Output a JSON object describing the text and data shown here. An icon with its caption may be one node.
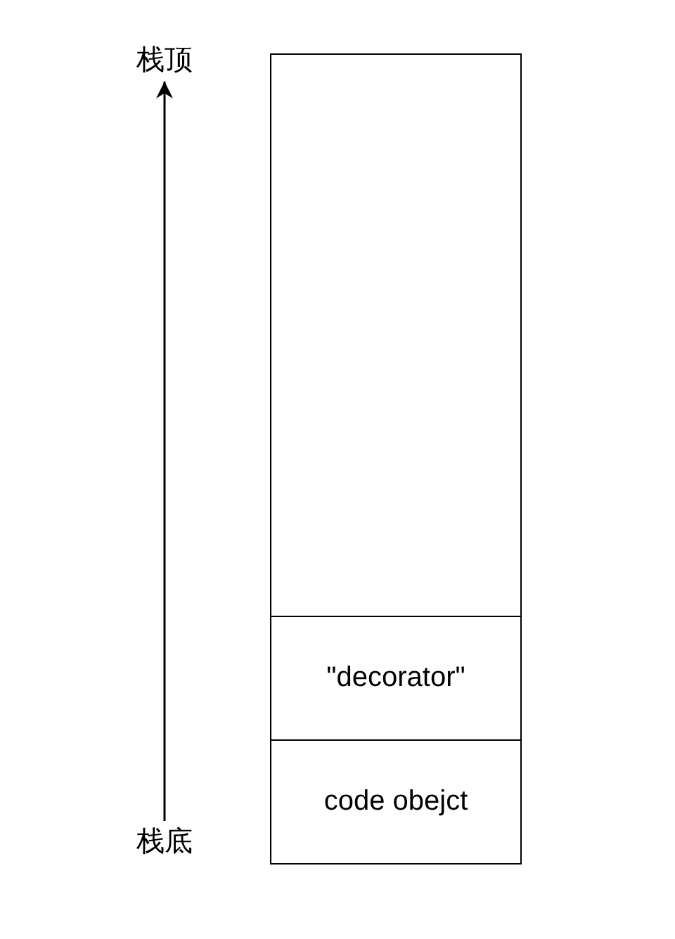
{
  "diagram": {
    "nodes": [
      {
        "text": [
          "栈顶"
        ]
      },
      {
        "text": [],
        "shape": "box"
      },
      {
        "text": [
          "\"decorator\""
        ]
      },
      {
        "text": [
          "code obejct"
        ]
      },
      {
        "text": [
          "栈底"
        ]
      }
    ],
    "edges": [
      {
        "from": 4,
        "to": 0,
        "arrow": "to"
      }
    ]
  }
}
